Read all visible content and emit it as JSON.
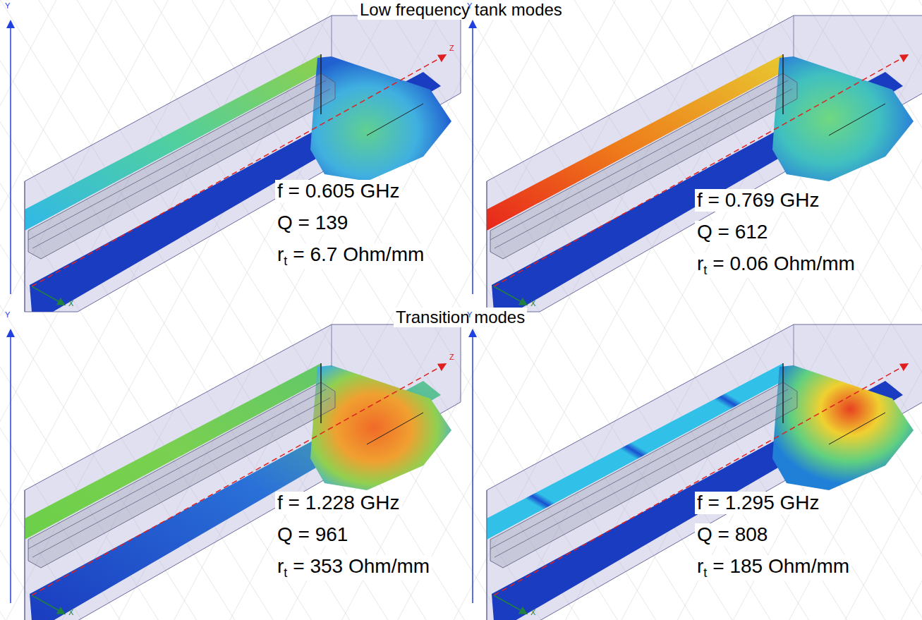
{
  "diagram": {
    "labels": [
      "Low frequency tank modes",
      "Transition modes",
      "f = 0.605 GHz",
      "Q = 139",
      "r",
      "t",
      "= 6.7 Ohm/mm",
      "f = 0.769 GHz",
      "Q = 612",
      "r",
      "t",
      "= 0.06 Ohm/mm",
      "f = 1.228 GHz",
      "Q = 961",
      "r",
      "t",
      "= 353 Ohm/mm",
      "f = 1.295 GHz",
      "Q = 808",
      "r",
      "t",
      "= 185 Ohm/mm",
      "Y",
      "Z",
      "X",
      "Y",
      "X",
      "Y",
      "Z",
      "X",
      "Y",
      "X"
    ]
  }
}
